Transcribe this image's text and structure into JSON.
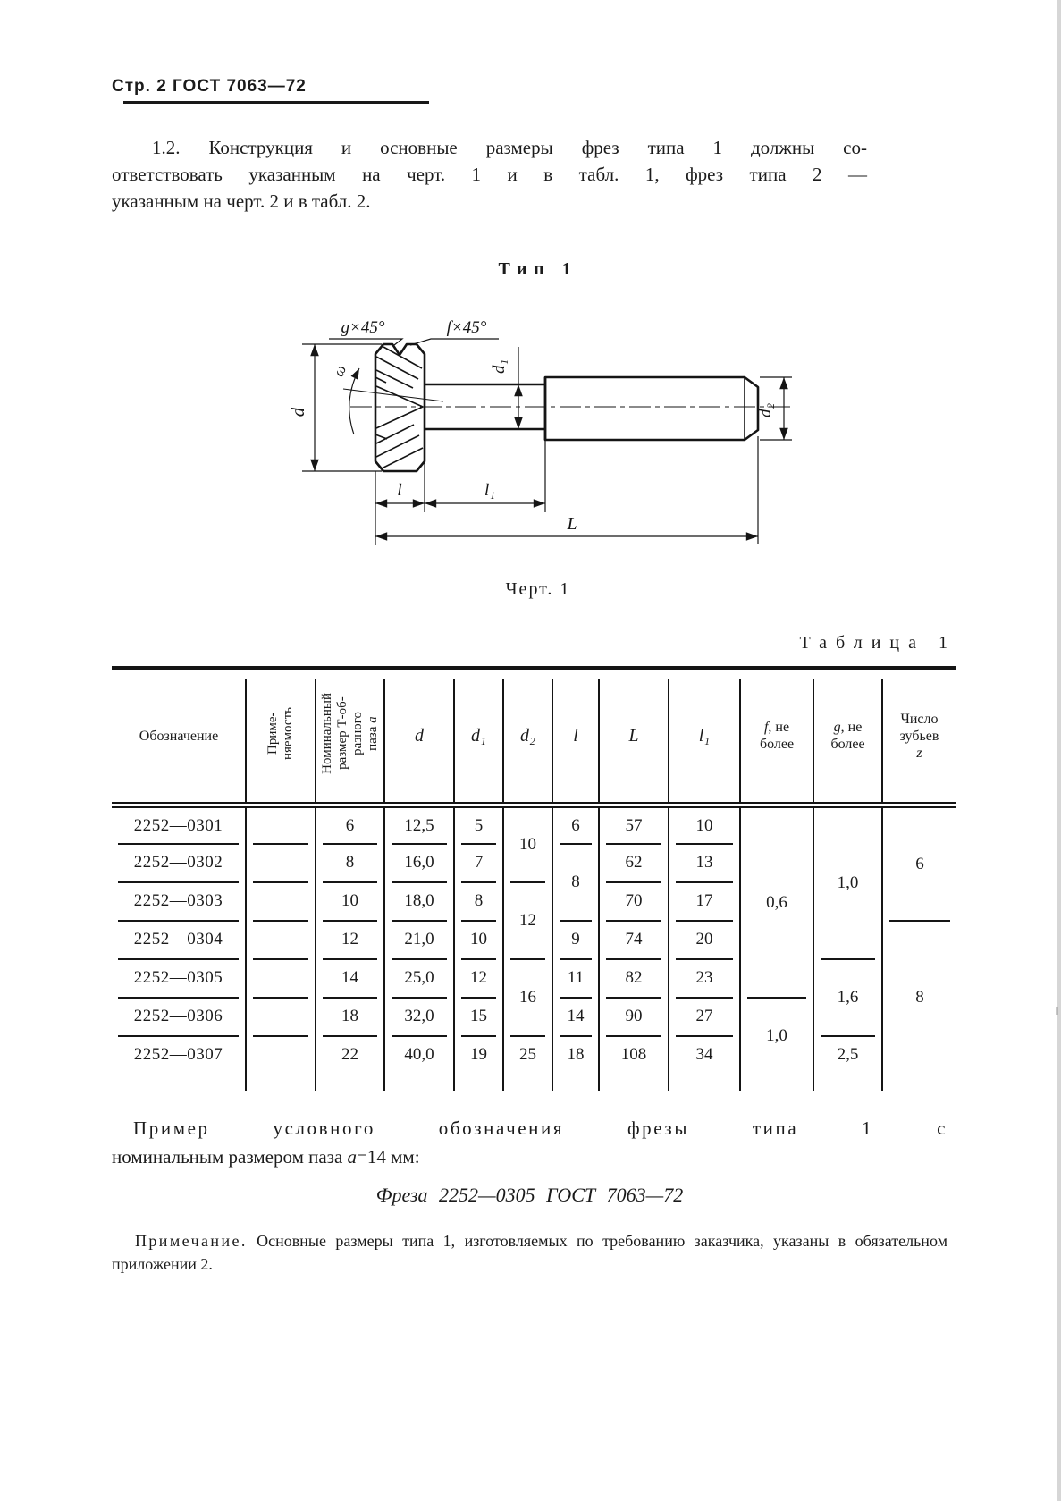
{
  "page_header": {
    "text": "Стр. 2 ГОСТ 7063—72"
  },
  "section_1_2": {
    "lines": [
      "1.2. Конструкция и основные размеры фрез типа 1 должны со-",
      "ответствовать указанным на черт. 1 и в табл. 1, фрез типа 2 —",
      "указанным на черт. 2 и в табл. 2."
    ]
  },
  "figure": {
    "type_label": "Тип 1",
    "caption": "Черт. 1",
    "labels": {
      "g_chamfer": "g×45°",
      "f_chamfer": "f×45°",
      "omega": "ω",
      "d": "d",
      "d1": "d₁",
      "d2": "d₂",
      "l": "l",
      "l1": "l₁",
      "L": "L"
    }
  },
  "table": {
    "label": "Таблица 1",
    "headers": {
      "designation": "Обозначение",
      "applicability_lines": [
        "Приме-",
        "няемость"
      ],
      "nominal_lines": [
        "Номинальный",
        "размер Т-об-",
        "разного"
      ],
      "nominal_last": "паза ",
      "nominal_symbol": "a",
      "d": "d",
      "d1": "d₁",
      "d2": "d₂",
      "l": "l",
      "L": "L",
      "l1": "l₁",
      "f_symbol": "f",
      "f_rest": ", не",
      "f_more": "более",
      "g_symbol": "g",
      "g_rest": ", не",
      "g_more": "более",
      "z_lines": [
        "Число",
        "зубьев"
      ],
      "z_symbol": "z"
    },
    "rows": [
      {
        "designation": "2252—0301",
        "a": "6",
        "d": "12,5",
        "d1": "5",
        "d2": "10",
        "l": "6",
        "L": "57",
        "l1": "10",
        "f": "0,6",
        "g": "1,0",
        "z": "6"
      },
      {
        "designation": "2252—0302",
        "a": "8",
        "d": "16,0",
        "d1": "7",
        "l": "8",
        "L": "62",
        "l1": "13"
      },
      {
        "designation": "2252—0303",
        "a": "10",
        "d": "18,0",
        "d1": "8",
        "d2": "12",
        "L": "70",
        "l1": "17"
      },
      {
        "designation": "2252—0304",
        "a": "12",
        "d": "21,0",
        "d1": "10",
        "l": "9",
        "L": "74",
        "l1": "20",
        "z": "8"
      },
      {
        "designation": "2252—0305",
        "a": "14",
        "d": "25,0",
        "d1": "12",
        "d2": "16",
        "l": "11",
        "L": "82",
        "l1": "23",
        "g": "1,6"
      },
      {
        "designation": "2252—0306",
        "a": "18",
        "d": "32,0",
        "d1": "15",
        "l": "14",
        "L": "90",
        "l1": "27",
        "f": "1,0"
      },
      {
        "designation": "2252—0307",
        "a": "22",
        "d": "40,0",
        "d1": "19",
        "d2": "25",
        "l": "18",
        "L": "108",
        "l1": "34",
        "g": "2,5"
      }
    ]
  },
  "example": {
    "intro_line1": "Пример условного обозначения фрезы типа 1 с",
    "intro_line2_pre": "номинальным размером паза ",
    "intro_symbol": "a",
    "intro_line2_post": "=14 мм:",
    "designation": "Фреза 2252—0305 ГОСТ 7063—72"
  },
  "note": {
    "label": "Примечание.",
    "text": " Основные размеры типа 1, изготовляемых по требованию заказчика, указаны в обязательном приложении 2."
  }
}
